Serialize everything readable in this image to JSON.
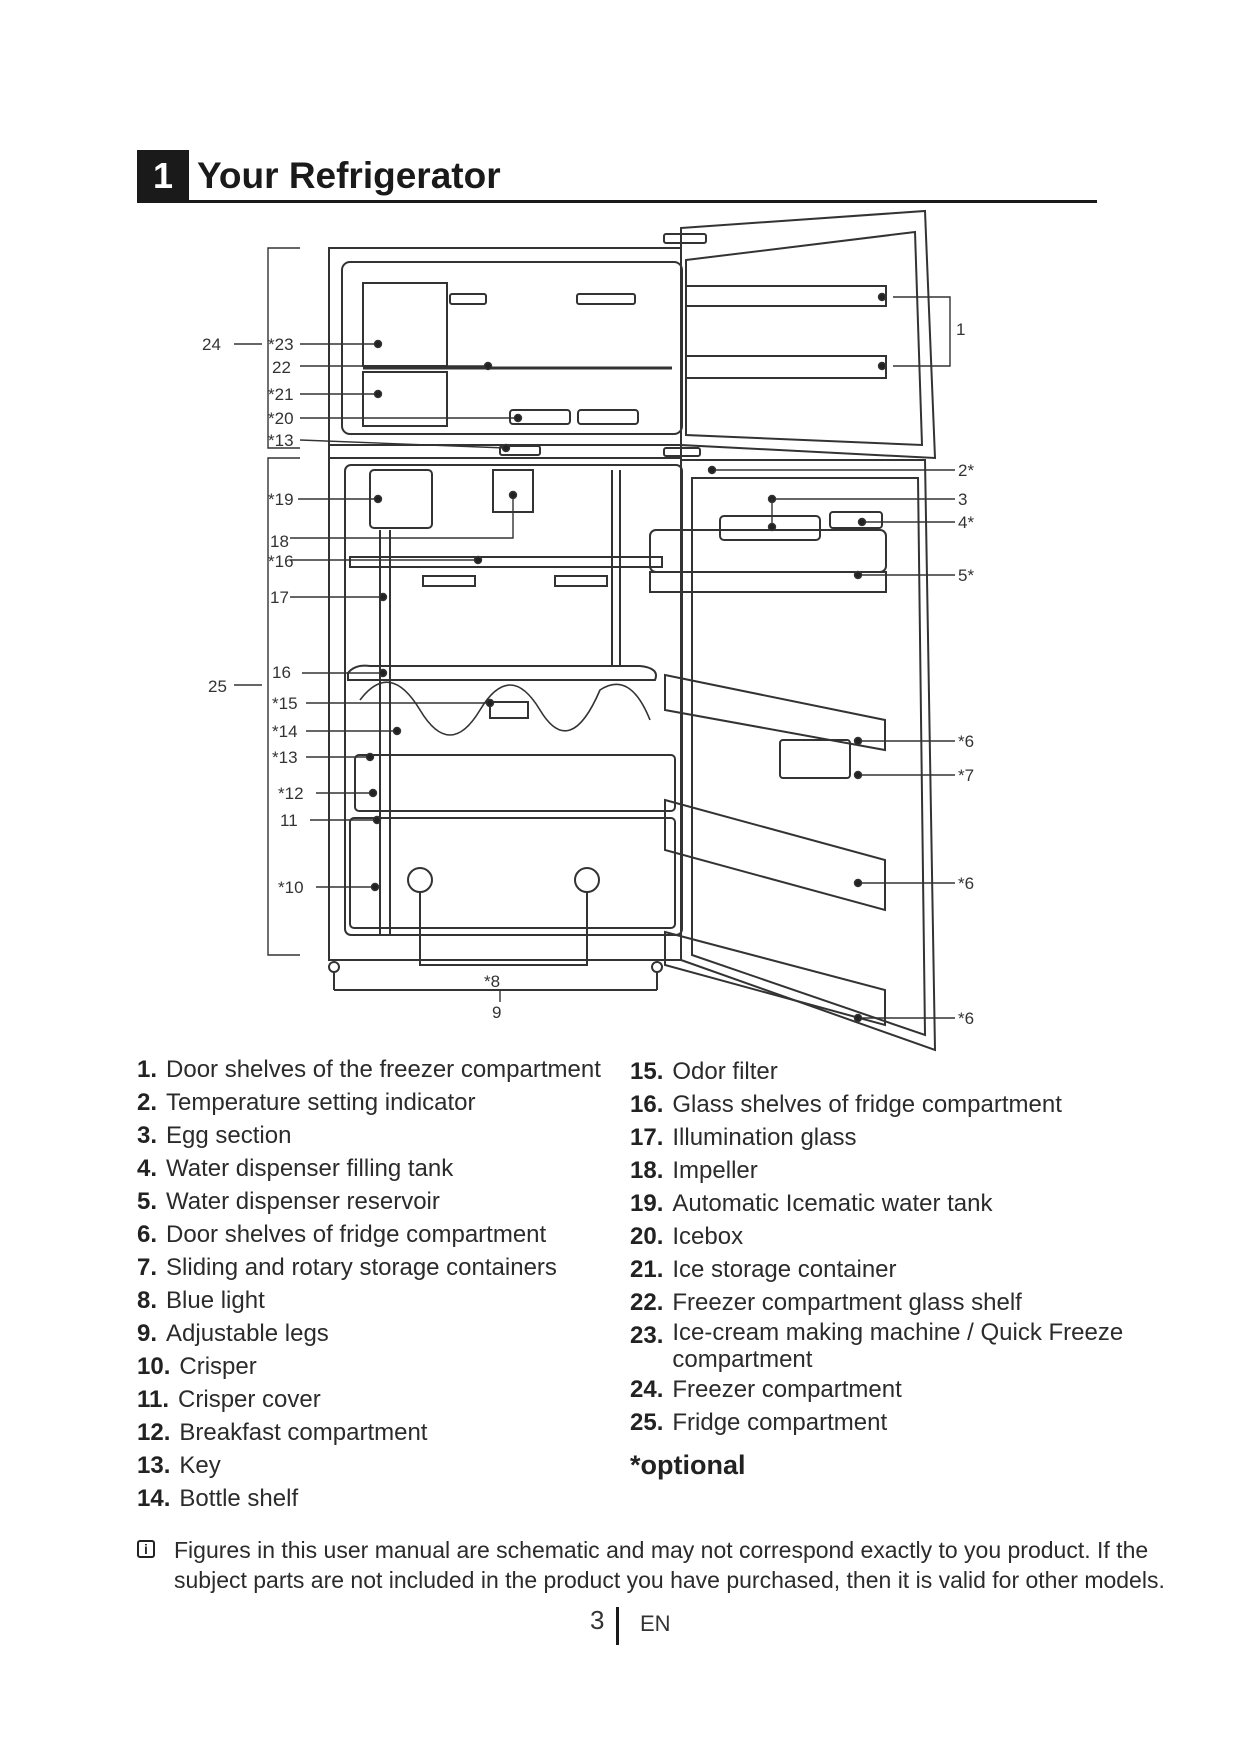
{
  "header": {
    "chapter_number": "1",
    "title": "Your Refrigerator"
  },
  "diagram_labels": {
    "l24": "24",
    "l25": "25",
    "l23": "*23",
    "l22": "22",
    "l21": "*21",
    "l20": "*20",
    "l13a": "*13",
    "l19": "*19",
    "l18": "18",
    "l16a": "*16",
    "l17": "17",
    "l16b": "16",
    "l15": "*15",
    "l14": "*14",
    "l13b": "*13",
    "l12": "*12",
    "l11": "11",
    "l10": "*10",
    "l8": "*8",
    "l9": "9",
    "r1": "1",
    "r2": "2*",
    "r3": "3",
    "r4": "4*",
    "r5": "5*",
    "r6a": "*6",
    "r7": "*7",
    "r6b": "*6",
    "r6c": "*6"
  },
  "legend_left": [
    {
      "num": "1.",
      "label": "Door shelves of the freezer compartment"
    },
    {
      "num": "2.",
      "label": "Temperature setting indicator"
    },
    {
      "num": "3.",
      "label": "Egg section"
    },
    {
      "num": "4.",
      "label": "Water dispenser filling tank"
    },
    {
      "num": "5.",
      "label": "Water dispenser reservoir"
    },
    {
      "num": "6.",
      "label": "Door shelves of fridge compartment"
    },
    {
      "num": "7.",
      "label": "Sliding and rotary storage containers"
    },
    {
      "num": "8.",
      "label": "Blue light"
    },
    {
      "num": "9.",
      "label": "Adjustable legs"
    },
    {
      "num": "10.",
      "label": "Crisper"
    },
    {
      "num": "11.",
      "label": "Crisper cover"
    },
    {
      "num": "12.",
      "label": "Breakfast compartment"
    },
    {
      "num": "13.",
      "label": "Key"
    },
    {
      "num": "14.",
      "label": "Bottle shelf"
    }
  ],
  "legend_right": [
    {
      "num": "15.",
      "label": "Odor filter"
    },
    {
      "num": "16.",
      "label": "Glass shelves of fridge compartment"
    },
    {
      "num": "17.",
      "label": "Illumination glass"
    },
    {
      "num": "18.",
      "label": "Impeller"
    },
    {
      "num": "19.",
      "label": "Automatic Icematic water tank"
    },
    {
      "num": "20.",
      "label": "Icebox"
    },
    {
      "num": "21.",
      "label": "Ice storage container"
    },
    {
      "num": "22.",
      "label": "Freezer compartment glass shelf"
    },
    {
      "num": "23.",
      "label": "Ice-cream making machine / Quick Freeze compartment"
    },
    {
      "num": "24.",
      "label": "Freezer compartment"
    },
    {
      "num": "25.",
      "label": "Fridge compartment"
    }
  ],
  "optional_note": "*optional",
  "info_note": "Figures in this user manual are schematic and may not correspond exactly to you product. If the subject parts are not included in the product you have purchased, then it is valid for other models.",
  "footer": {
    "page_number": "3",
    "language": "EN"
  }
}
